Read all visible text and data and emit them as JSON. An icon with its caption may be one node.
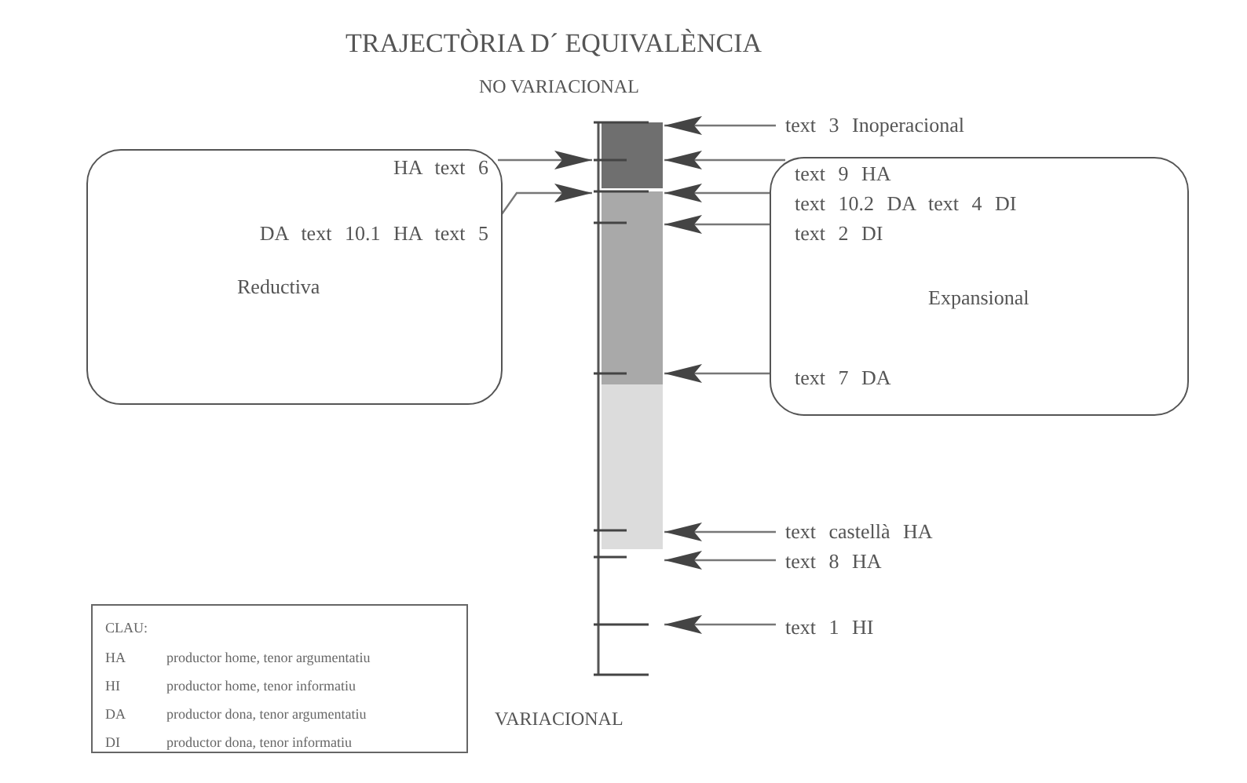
{
  "diagram": {
    "title": "TRAJECTÒRIA D´ EQUIVALÈNCIA",
    "nodes": [
      {
        "text": [
          "Reductiva"
        ]
      },
      {
        "text": [
          "HA text 6"
        ],
        "in": 0
      },
      {
        "text": [
          "DA text 10.1 HA text 5"
        ],
        "in": 0
      },
      {
        "text": [],
        "shape": "bar"
      },
      {
        "text": [
          "Expansional"
        ]
      },
      {
        "text": [
          "text 9 HA"
        ],
        "in": 4
      },
      {
        "text": [
          "text 10.2 DA text 4 DI"
        ],
        "in": 4
      },
      {
        "text": [
          "text 2 DI"
        ],
        "in": 4
      },
      {
        "text": [
          "text 7 DA"
        ],
        "in": 4
      },
      {
        "text": [
          "text 3 Inoperacional"
        ]
      },
      {
        "text": [
          "text castellà HA"
        ]
      },
      {
        "text": [
          "text 8 HA"
        ]
      },
      {
        "text": [
          "text 1 HI"
        ]
      }
    ],
    "edges": [
      {
        "from": 1,
        "to": 3,
        "arrow": "to"
      },
      {
        "from": 2,
        "to": 3,
        "arrow": "to"
      },
      {
        "from": 9,
        "to": 3,
        "arrow": "to"
      },
      {
        "from": 5,
        "to": 3,
        "arrow": "to"
      },
      {
        "from": 6,
        "to": 3,
        "arrow": "to"
      },
      {
        "from": 7,
        "to": 3,
        "arrow": "to"
      },
      {
        "from": 8,
        "to": 3,
        "arrow": "to"
      },
      {
        "from": 10,
        "to": 3,
        "arrow": "to"
      },
      {
        "from": 11,
        "to": 3,
        "arrow": "to"
      },
      {
        "from": 12,
        "to": 3,
        "arrow": "to"
      }
    ],
    "labels": [
      "NO VARIACIONAL",
      "VARIACIONAL",
      "CLAU:",
      "HA",
      "productor home, tenor argumentatiu",
      "HI",
      "productor home, tenor informatiu",
      "DA",
      "productor dona, tenor argumentatiu",
      "DI",
      "productor dona, tenor informatiu"
    ]
  }
}
